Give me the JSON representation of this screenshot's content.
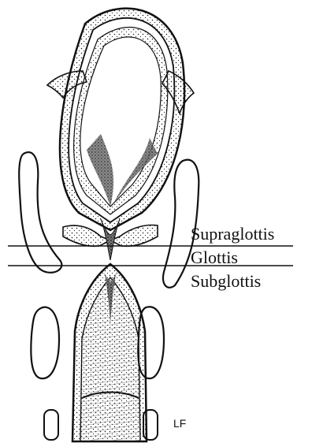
{
  "labels": {
    "supraglottis": "Supraglottis",
    "glottis": "Glottis",
    "subglottis": "Subglottis",
    "initials": "LF"
  },
  "colors": {
    "ink": "#111111",
    "paper": "#ffffff",
    "shade": "#6a6a6a"
  }
}
